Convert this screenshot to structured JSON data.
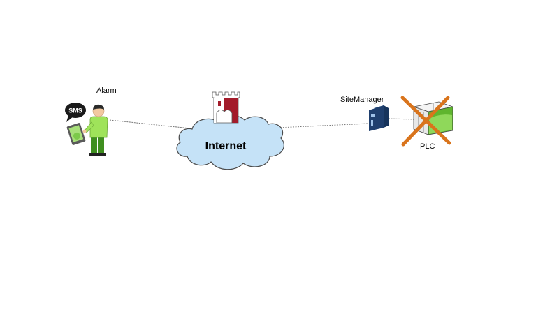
{
  "labels": {
    "alarm": "Alarm",
    "sms": "SMS",
    "internet": "Internet",
    "sitemanager": "SiteManager",
    "plc": "PLC"
  },
  "colors": {
    "cloud_fill": "#c5e2f7",
    "cloud_stroke": "#4a4a4a",
    "person_shirt": "#9fe35a",
    "person_pants": "#3f8f1f",
    "person_skin": "#f2c9a0",
    "sms_bubble": "#1a1a1a",
    "tablet": "#5a5a5a",
    "tablet_screen": "#a8e07a",
    "castle_red": "#a31b2a",
    "sitemanager_blue": "#1f3f6e",
    "plc_green": "#5fb52e",
    "cross_orange": "#d9741c",
    "link_line": "#777777"
  },
  "icons": {
    "person": "person-with-tablet-icon",
    "sms": "sms-bubble-icon",
    "castle": "castle-logo-icon",
    "cloud": "cloud-icon",
    "sitemanager": "sitemanager-device-icon",
    "plc": "plc-device-icon",
    "cross": "cross-icon"
  }
}
